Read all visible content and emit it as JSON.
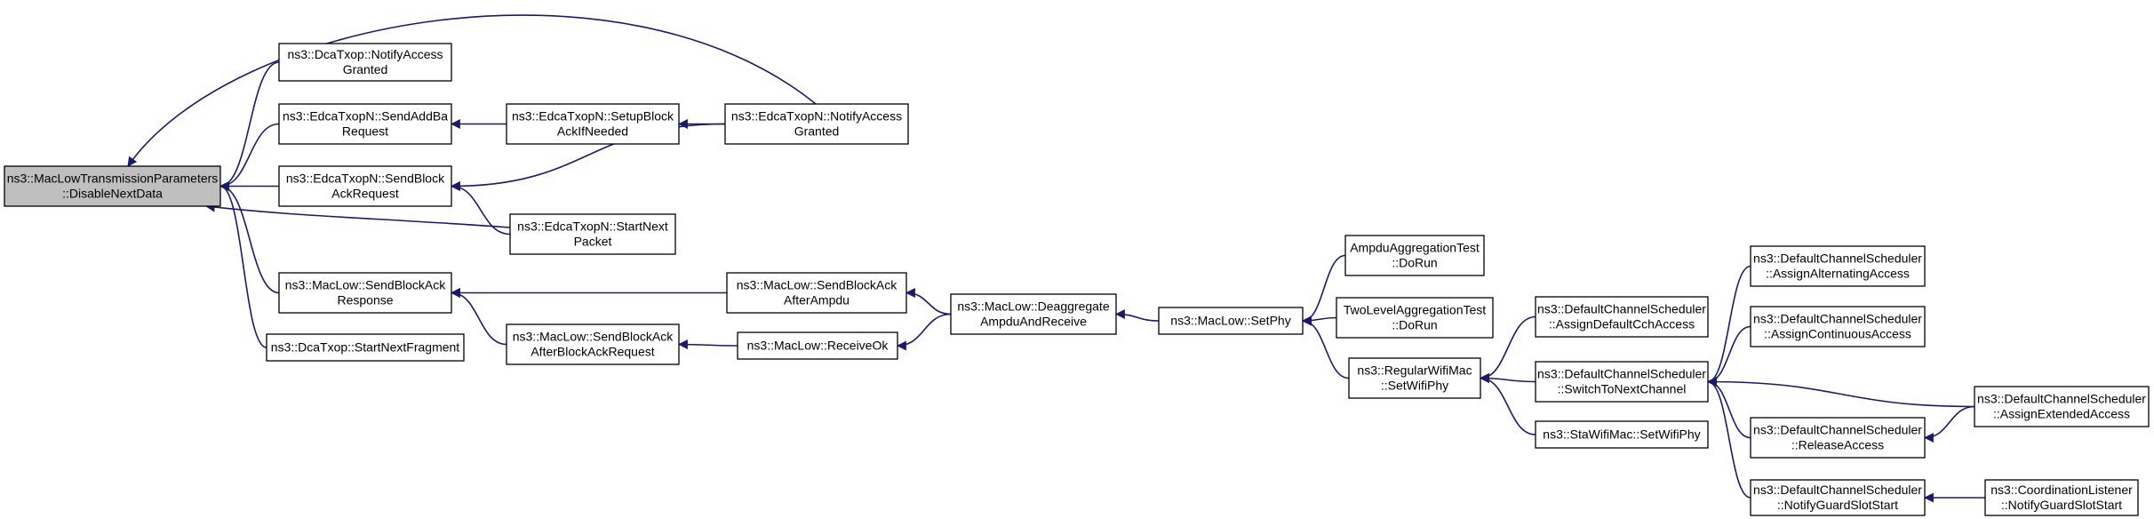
{
  "graph": {
    "edge_color": "#191970",
    "root_fill": "#bfbfbf",
    "nodes": [
      {
        "id": "n0",
        "lines": [
          "ns3::MacLowTransmissionParameters",
          "::DisableNextData"
        ],
        "root": true
      },
      {
        "id": "n1",
        "lines": [
          "ns3::DcaTxop::NotifyAccess",
          "Granted"
        ]
      },
      {
        "id": "n2",
        "lines": [
          "ns3::EdcaTxopN::SendAddBa",
          "Request"
        ]
      },
      {
        "id": "n3",
        "lines": [
          "ns3::EdcaTxopN::SendBlock",
          "AckRequest"
        ]
      },
      {
        "id": "n4",
        "lines": [
          "ns3::MacLow::SendBlockAck",
          "Response"
        ]
      },
      {
        "id": "n5",
        "lines": [
          "ns3::DcaTxop::StartNextFragment"
        ]
      },
      {
        "id": "n6",
        "lines": [
          "ns3::EdcaTxopN::SetupBlock",
          "AckIfNeeded"
        ]
      },
      {
        "id": "n7",
        "lines": [
          "ns3::EdcaTxopN::StartNext",
          "Packet"
        ]
      },
      {
        "id": "n8",
        "lines": [
          "ns3::EdcaTxopN::NotifyAccess",
          "Granted"
        ]
      },
      {
        "id": "n9",
        "lines": [
          "ns3::MacLow::SendBlockAck",
          "AfterAmpdu"
        ]
      },
      {
        "id": "n10",
        "lines": [
          "ns3::MacLow::SendBlockAck",
          "AfterBlockAckRequest"
        ]
      },
      {
        "id": "n11",
        "lines": [
          "ns3::MacLow::ReceiveOk"
        ]
      },
      {
        "id": "n12",
        "lines": [
          "ns3::MacLow::Deaggregate",
          "AmpduAndReceive"
        ]
      },
      {
        "id": "n13",
        "lines": [
          "ns3::MacLow::SetPhy"
        ]
      },
      {
        "id": "n14",
        "lines": [
          "AmpduAggregationTest",
          "::DoRun"
        ]
      },
      {
        "id": "n15",
        "lines": [
          "TwoLevelAggregationTest",
          "::DoRun"
        ]
      },
      {
        "id": "n16",
        "lines": [
          "ns3::RegularWifiMac",
          "::SetWifiPhy"
        ]
      },
      {
        "id": "n17",
        "lines": [
          "ns3::DefaultChannelScheduler",
          "::AssignDefaultCchAccess"
        ]
      },
      {
        "id": "n18",
        "lines": [
          "ns3::DefaultChannelScheduler",
          "::SwitchToNextChannel"
        ]
      },
      {
        "id": "n19",
        "lines": [
          "ns3::StaWifiMac::SetWifiPhy"
        ]
      },
      {
        "id": "n20",
        "lines": [
          "ns3::DefaultChannelScheduler",
          "::AssignAlternatingAccess"
        ]
      },
      {
        "id": "n21",
        "lines": [
          "ns3::DefaultChannelScheduler",
          "::AssignContinuousAccess"
        ]
      },
      {
        "id": "n22",
        "lines": [
          "ns3::DefaultChannelScheduler",
          "::ReleaseAccess"
        ]
      },
      {
        "id": "n23",
        "lines": [
          "ns3::DefaultChannelScheduler",
          "::NotifyGuardSlotStart"
        ]
      },
      {
        "id": "n24",
        "lines": [
          "ns3::DefaultChannelScheduler",
          "::AssignExtendedAccess"
        ]
      },
      {
        "id": "n25",
        "lines": [
          "ns3::CoordinationListener",
          "::NotifyGuardSlotStart"
        ]
      }
    ],
    "edges": [
      {
        "from": "n1",
        "to": "n0"
      },
      {
        "from": "n2",
        "to": "n0"
      },
      {
        "from": "n3",
        "to": "n0"
      },
      {
        "from": "n4",
        "to": "n0"
      },
      {
        "from": "n5",
        "to": "n0"
      },
      {
        "from": "n7",
        "to": "n0"
      },
      {
        "from": "n8",
        "to": "n0"
      },
      {
        "from": "n6",
        "to": "n2"
      },
      {
        "from": "n8",
        "to": "n3"
      },
      {
        "from": "n7",
        "to": "n3"
      },
      {
        "from": "n8",
        "to": "n6"
      },
      {
        "from": "n9",
        "to": "n4"
      },
      {
        "from": "n10",
        "to": "n4"
      },
      {
        "from": "n11",
        "to": "n10"
      },
      {
        "from": "n12",
        "to": "n9"
      },
      {
        "from": "n12",
        "to": "n11"
      },
      {
        "from": "n13",
        "to": "n12"
      },
      {
        "from": "n14",
        "to": "n13"
      },
      {
        "from": "n15",
        "to": "n13"
      },
      {
        "from": "n16",
        "to": "n13"
      },
      {
        "from": "n17",
        "to": "n16"
      },
      {
        "from": "n18",
        "to": "n16"
      },
      {
        "from": "n19",
        "to": "n16"
      },
      {
        "from": "n20",
        "to": "n18"
      },
      {
        "from": "n21",
        "to": "n18"
      },
      {
        "from": "n22",
        "to": "n18"
      },
      {
        "from": "n23",
        "to": "n18"
      },
      {
        "from": "n24",
        "to": "n18"
      },
      {
        "from": "n24",
        "to": "n22"
      },
      {
        "from": "n25",
        "to": "n23"
      }
    ]
  }
}
